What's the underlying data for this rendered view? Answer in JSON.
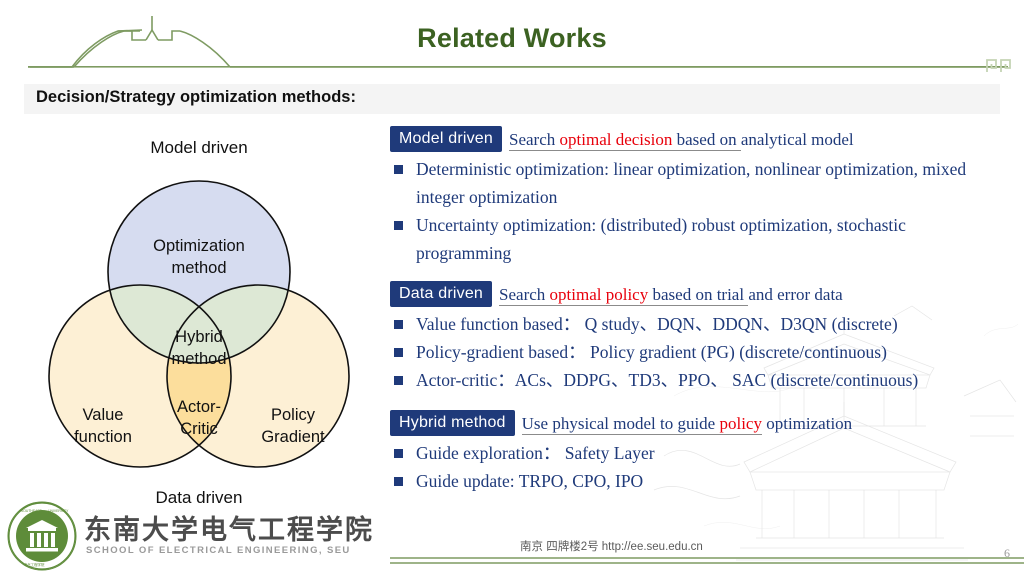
{
  "header": {
    "title": "Related Works",
    "title_color": "#3C6222",
    "deco_icon": "pagoda-roof-outline-icon",
    "corner_icon": "greek-key-ornament-icon"
  },
  "section": {
    "label": "Decision/Strategy optimization methods:",
    "band_color": "#F4F4F4"
  },
  "venn": {
    "caption_top": "Model driven",
    "caption_bottom": "Data driven",
    "circles": [
      {
        "label_line1": "Optimization",
        "label_line2": "method",
        "fill": "#D6DCF0"
      },
      {
        "label_line1": "Value",
        "label_line2": "function",
        "fill": "#FDF0D5"
      },
      {
        "label_line1": "Policy",
        "label_line2": "Gradient",
        "fill": "#FDF0D5"
      }
    ],
    "overlaps": [
      {
        "label_line1": "Hybrid",
        "label_line2": "method",
        "fill": "#DDE8D5"
      },
      {
        "label_line1": "Actor-",
        "label_line2": "Critic",
        "fill": "#FCDE9C"
      }
    ]
  },
  "blocks": [
    {
      "badge": "Model driven",
      "head_underlined": "Search ",
      "head_highlight": "optimal decision",
      "head_underlined_2": " based on ",
      "head_tail": "analytical model",
      "bullets": [
        "Deterministic optimization: linear optimization, nonlinear optimization, mixed integer optimization",
        "Uncertainty optimization: (distributed) robust optimization, stochastic programming"
      ]
    },
    {
      "badge": "Data driven",
      "head_underlined": "Search ",
      "head_highlight": "optimal policy",
      "head_underlined_2": " based on  trial ",
      "head_tail": "and error data",
      "bullets": [
        "Value function based：  Q study、DQN、DDQN、D3QN (discrete)",
        "Policy-gradient based：  Policy gradient (PG) (discrete/continuous)",
        "Actor-critic：ACs、DDPG、TD3、PPO、 SAC (discrete/continuous)"
      ]
    },
    {
      "badge": "Hybrid method",
      "head_underlined": "Use physical model to guide ",
      "head_highlight": "policy",
      "head_underlined_2": "",
      "head_tail": " optimization",
      "bullets": [
        "Guide exploration：  Safety Layer",
        "Guide update: TRPO, CPO, IPO"
      ]
    }
  ],
  "footer": {
    "logo_cn": "东南大学电气工程学院",
    "logo_en": "SCHOOL OF ELECTRICAL ENGINEERING, SEU",
    "address": "南京  四牌楼2号  http://ee.seu.edu.cn",
    "page_number": "6"
  },
  "colors": {
    "badge_blue": "#1F3A7A",
    "text_blue": "#1F3A7A",
    "accent_red": "#E8000B",
    "title_green": "#3C6222",
    "rule_green": "#7E9B62"
  }
}
